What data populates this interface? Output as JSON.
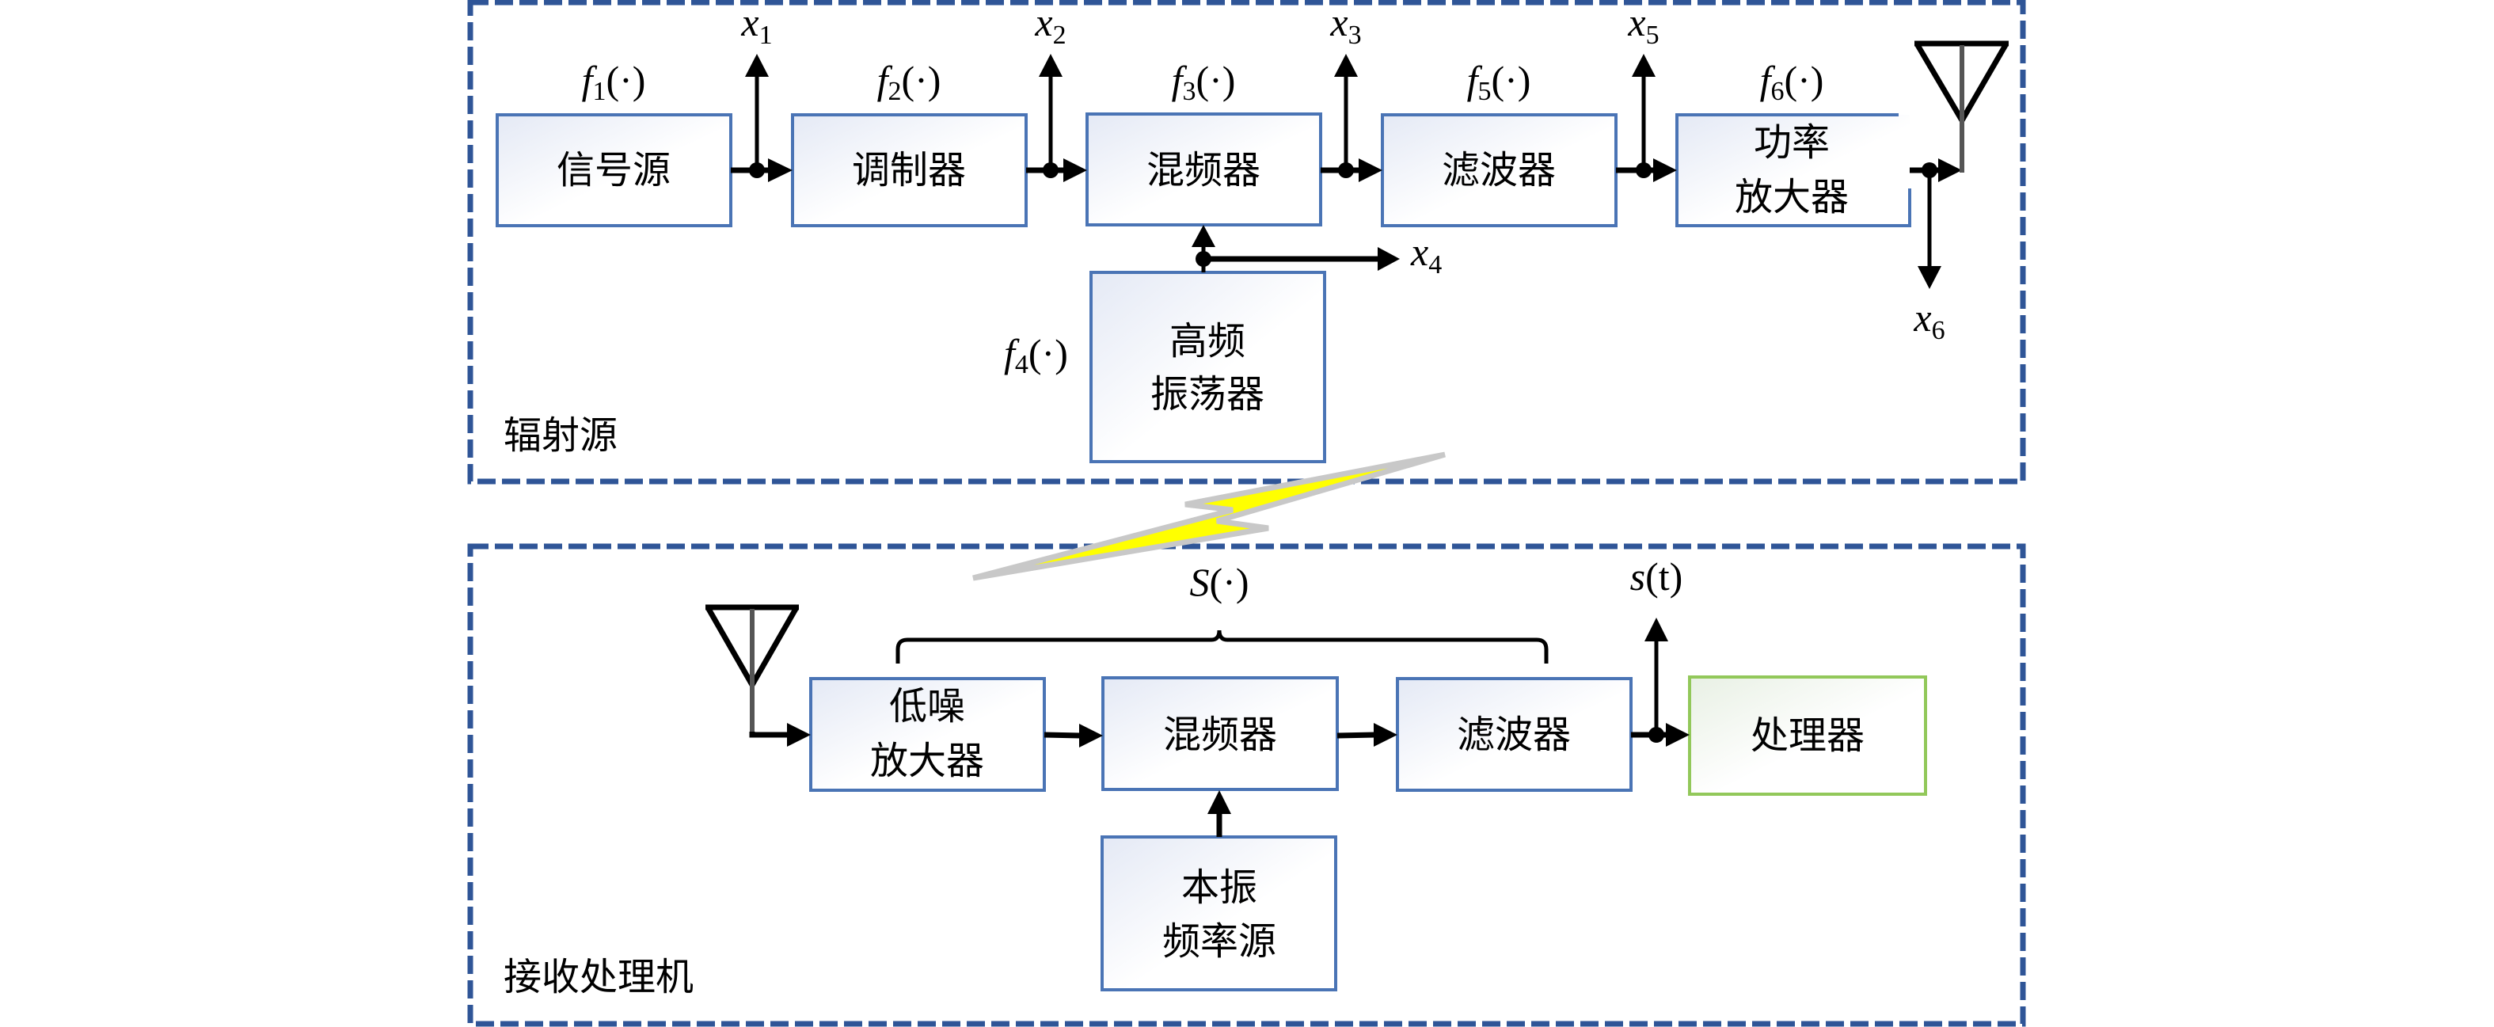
{
  "regions": {
    "transmitter": {
      "label": "辐射源"
    },
    "receiver": {
      "label": "接收处理机"
    }
  },
  "transmitter_blocks": [
    {
      "id": "signal-source",
      "lines": [
        "信号源"
      ],
      "func": "f",
      "sub": "1"
    },
    {
      "id": "modulator",
      "lines": [
        "调制器"
      ],
      "func": "f",
      "sub": "2"
    },
    {
      "id": "mixer",
      "lines": [
        "混频器"
      ],
      "func": "f",
      "sub": "3"
    },
    {
      "id": "filter",
      "lines": [
        "滤波器"
      ],
      "func": "f",
      "sub": "5"
    },
    {
      "id": "power-amplifier",
      "lines": [
        "功率",
        "放大器"
      ],
      "func": "f",
      "sub": "6"
    },
    {
      "id": "hf-oscillator",
      "lines": [
        "高频",
        "振荡器"
      ],
      "func": "f",
      "sub": "4"
    }
  ],
  "func_suffix": "(·)",
  "outputs": [
    {
      "var": "x",
      "sub": "1"
    },
    {
      "var": "x",
      "sub": "2"
    },
    {
      "var": "x",
      "sub": "3"
    },
    {
      "var": "x",
      "sub": "4"
    },
    {
      "var": "x",
      "sub": "5"
    },
    {
      "var": "x",
      "sub": "6"
    }
  ],
  "receiver_blocks": [
    {
      "id": "lna",
      "lines": [
        "低噪",
        "放大器"
      ]
    },
    {
      "id": "rx-mixer",
      "lines": [
        "混频器"
      ]
    },
    {
      "id": "rx-filter",
      "lines": [
        "滤波器"
      ]
    },
    {
      "id": "processor",
      "lines": [
        "处理器"
      ]
    },
    {
      "id": "local-oscillator",
      "lines": [
        "本振",
        "频率源"
      ]
    }
  ],
  "receiver_group_label": {
    "func": "S",
    "suffix": "(·)"
  },
  "receiver_output_label": {
    "var": "s",
    "arg": "(t)"
  },
  "colors": {
    "region_border": "#2F5597",
    "block_border": "#4A74B5",
    "processor_border": "#92C85A",
    "lightning_fill": "#FFFF00",
    "lightning_outline": "#C8C8C8"
  }
}
